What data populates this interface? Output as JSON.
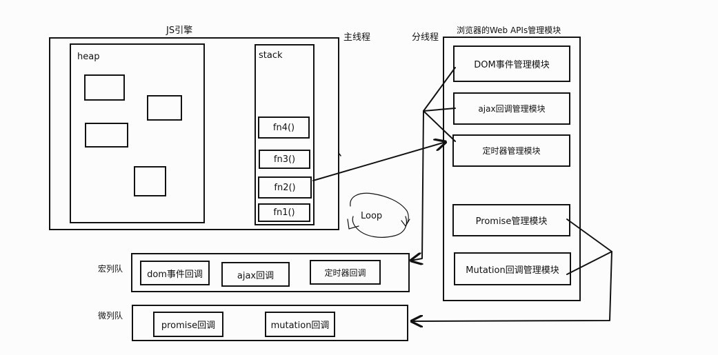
{
  "js_engine": {
    "title": "JS引擎",
    "heap_label": "heap",
    "stack_label": "stack",
    "stack_frames": [
      "fn4()",
      "fn3()",
      "fn2()",
      "fn1()"
    ]
  },
  "main_thread_label": "主线程",
  "sub_thread_label": "分线程",
  "web_apis": {
    "title": "浏览器的Web APIs管理模块",
    "modules": [
      "DOM事件管理模块",
      "ajax回调管理模块",
      "定时器管理模块",
      "Promise管理模块",
      "Mutation回调管理模块"
    ]
  },
  "loop_label": "Loop",
  "macro_queue": {
    "label": "宏列队",
    "items": [
      "dom事件回调",
      "ajax回调",
      "定时器回调"
    ]
  },
  "micro_queue": {
    "label": "微列队",
    "items": [
      "promise回调",
      "mutation回调"
    ]
  }
}
